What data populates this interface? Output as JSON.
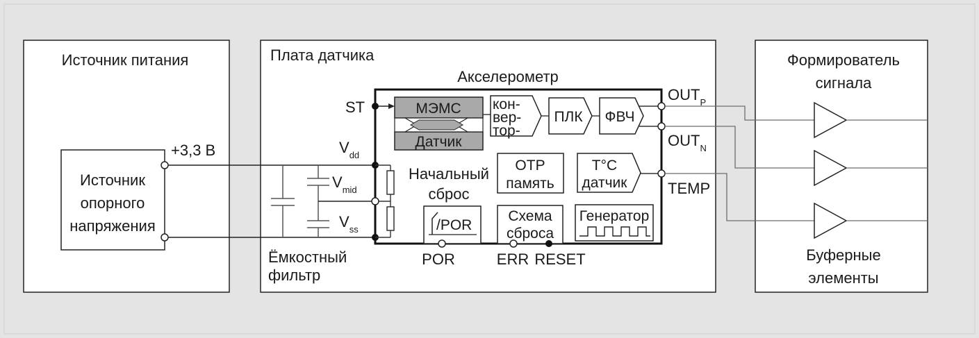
{
  "colors": {
    "background": "#e4e4e4",
    "panel": "#ffffff",
    "line": "#222222",
    "mems_fill": "#a9a9a9"
  },
  "panels": {
    "power": {
      "title": "Источник питания"
    },
    "board": {
      "title": "Плата датчика"
    },
    "shaper": {
      "title_line1": "Формирователь",
      "title_line2": "сигнала"
    }
  },
  "reference_source": {
    "line1": "Источник",
    "line2": "опорного",
    "line3": "напряжения",
    "supply_label": "+3,3 В"
  },
  "accelerometer": {
    "title": "Акселерометр",
    "mems": {
      "top": "МЭМС",
      "bottom": "Датчик"
    },
    "converter": {
      "line1": "кон-",
      "line2": "вер-",
      "line3": "тор-"
    },
    "pll": "ПЛК",
    "hpf": "ФВЧ",
    "reset_label": {
      "line1": "Начальный",
      "line2": "сброс"
    },
    "por_box": "/POR",
    "otp": {
      "line1": "OTP",
      "line2": "память"
    },
    "temp_sensor": {
      "line1": "T°C",
      "line2": "датчик"
    },
    "reset_scheme": {
      "line1": "Схема",
      "line2": "сброса"
    },
    "generator": "Генератор"
  },
  "pins": {
    "st": "ST",
    "vdd": {
      "main": "V",
      "sub": "dd"
    },
    "vmid": {
      "main": "V",
      "sub": "mid"
    },
    "vss": {
      "main": "V",
      "sub": "ss"
    },
    "outp": {
      "main": "OUT",
      "sub": "P"
    },
    "outn": {
      "main": "OUT",
      "sub": "N"
    },
    "temp": "TEMP",
    "por": "POR",
    "err": "ERR",
    "reset": "RESET"
  },
  "cap_filter": {
    "line1": "Ёмкостный",
    "line2": "фильтр"
  },
  "buffers": {
    "line1": "Буферные",
    "line2": "элементы"
  }
}
